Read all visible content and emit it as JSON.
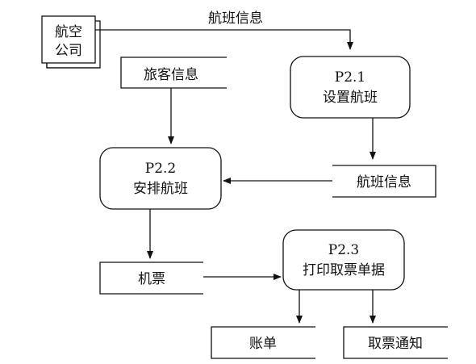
{
  "entity": {
    "line1": "航空",
    "line2": "公司"
  },
  "stores": {
    "passenger_info": "旅客信息",
    "flight_info": "航班信息",
    "ticket": "机票",
    "bill": "账单",
    "pickup_notice": "取票通知"
  },
  "processes": {
    "p21_id": "P2.1",
    "p21_name": "设置航班",
    "p22_id": "P2.2",
    "p22_name": "安排航班",
    "p23_id": "P2.3",
    "p23_name": "打印取票单据"
  },
  "flows": {
    "airline_to_p21": "航班信息"
  }
}
